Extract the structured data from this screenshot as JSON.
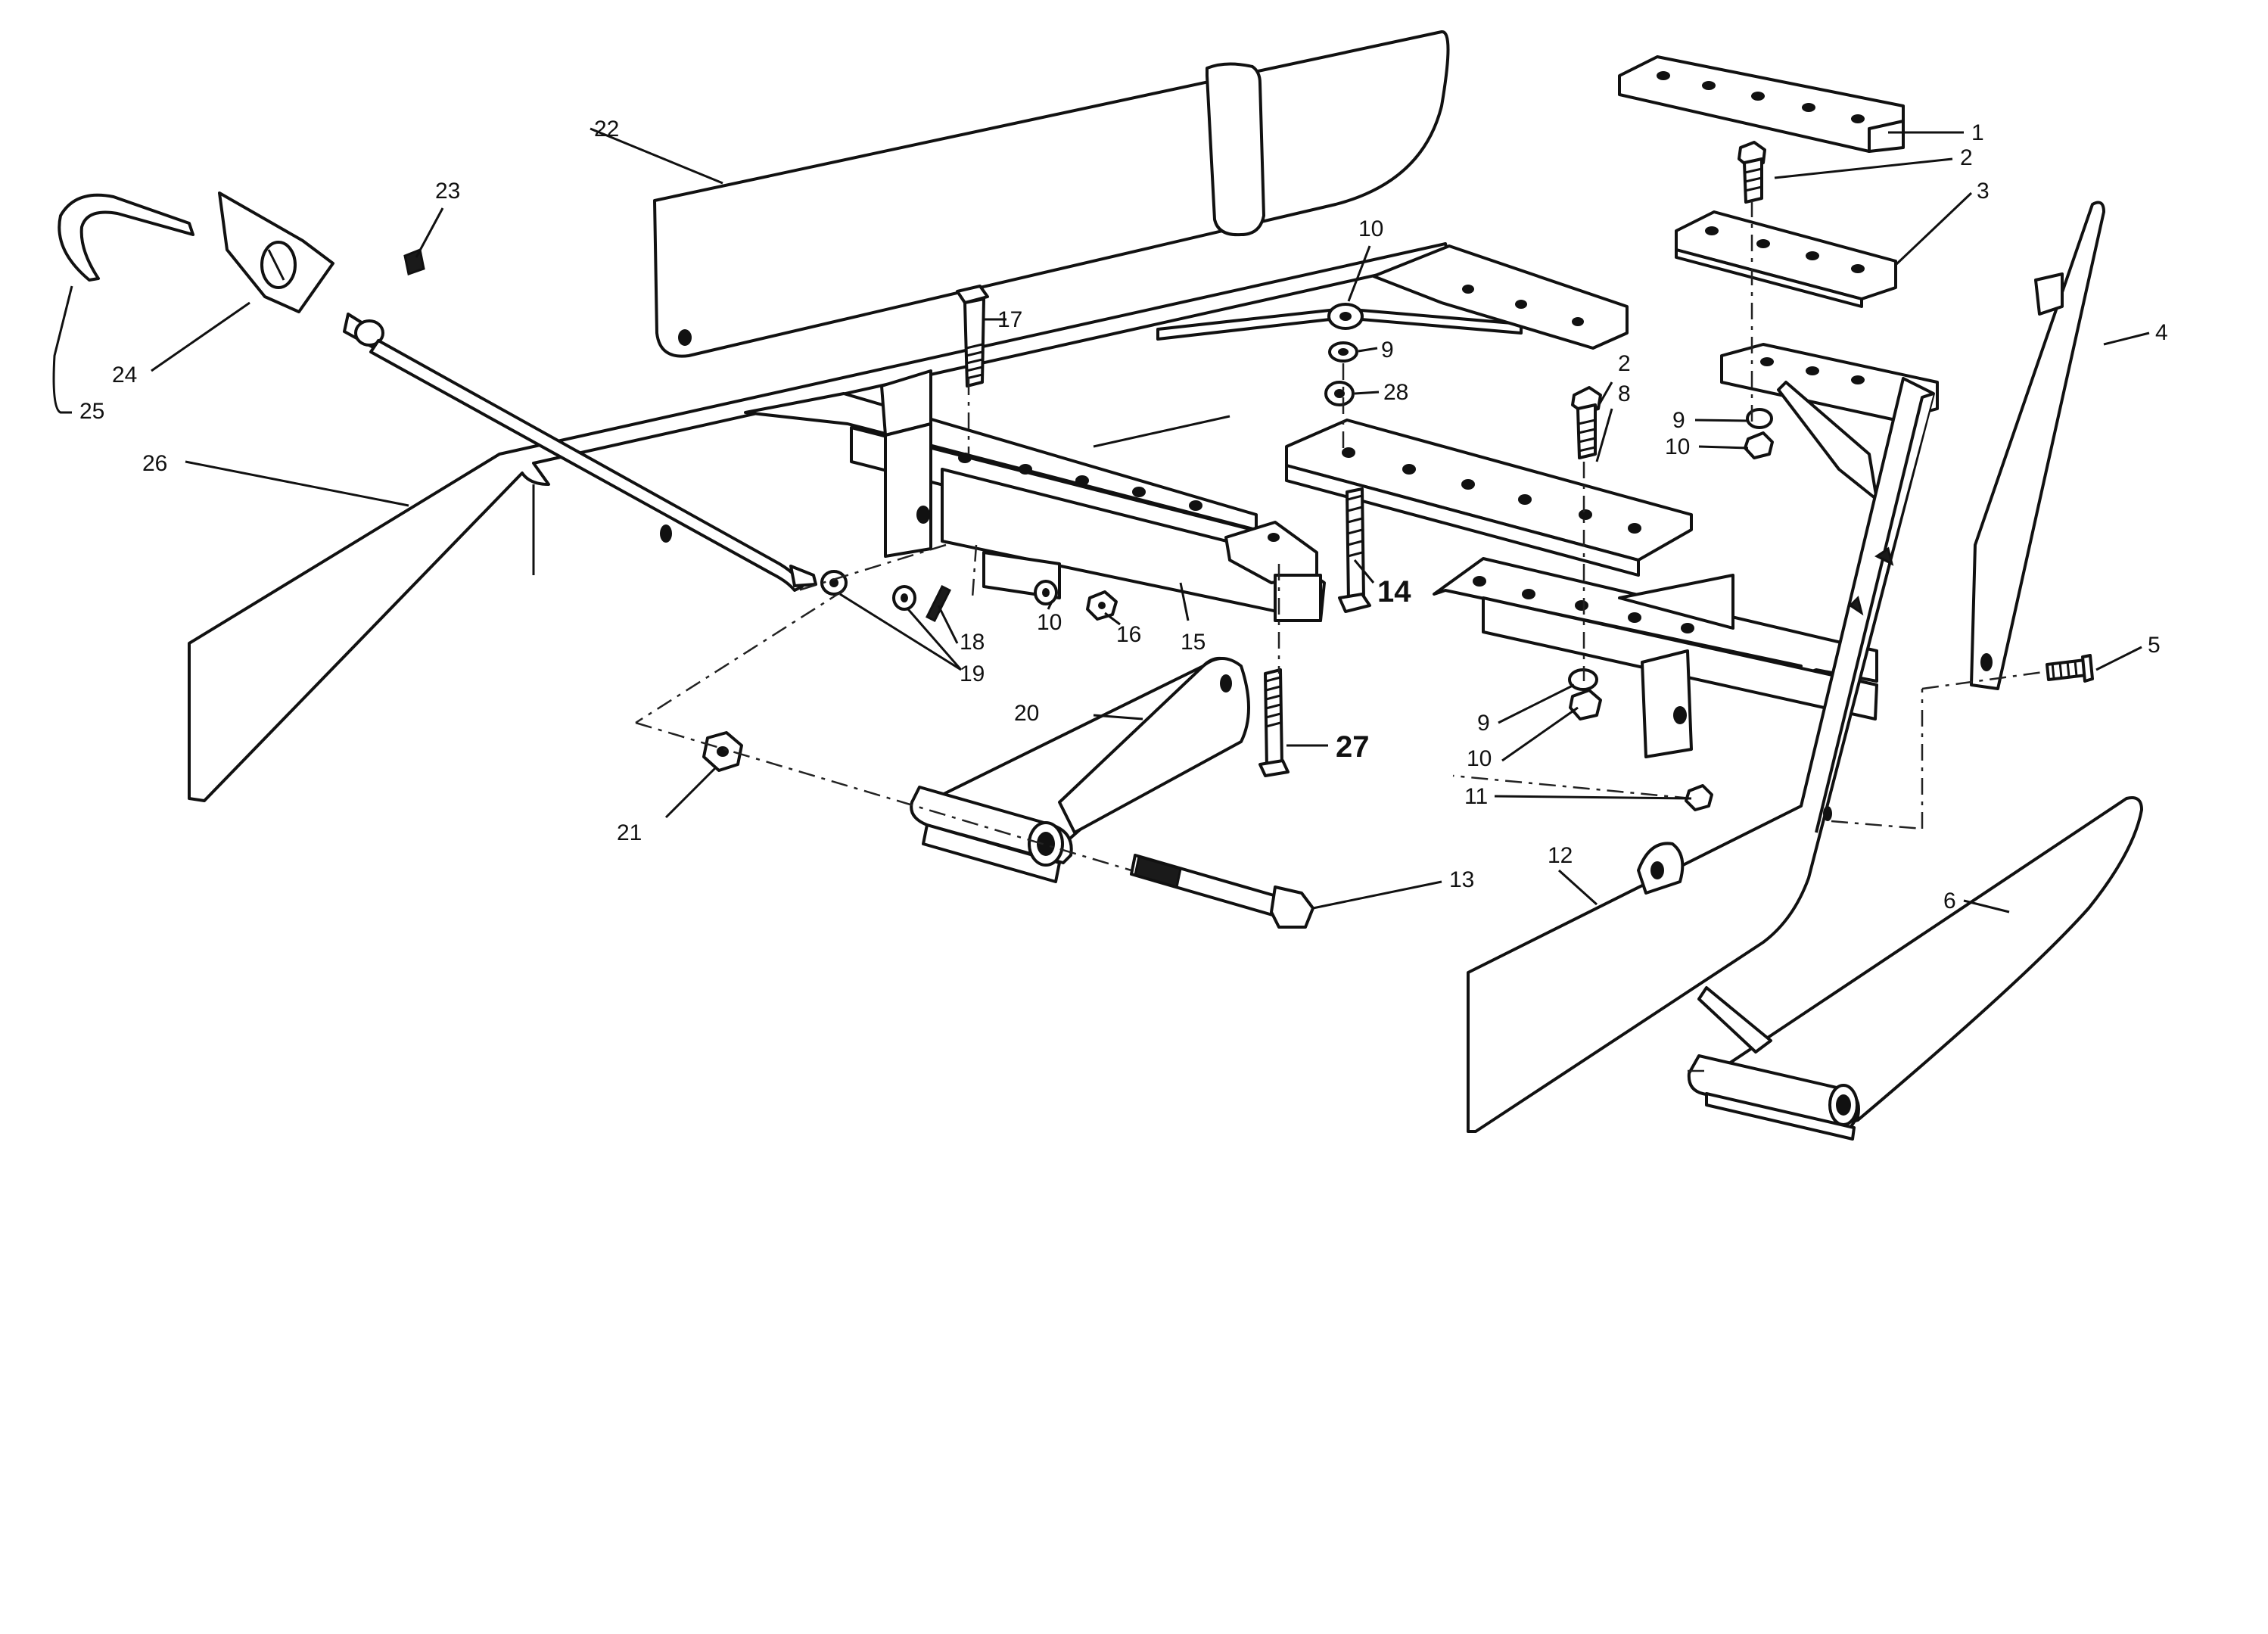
{
  "callouts": {
    "c1": "1",
    "c2a": "2",
    "c2b": "2",
    "c3": "3",
    "c4": "4",
    "c5": "5",
    "c6": "6",
    "c8": "8",
    "c9a": "9",
    "c9b": "9",
    "c9c": "9",
    "c10a": "10",
    "c10b": "10",
    "c10c": "10",
    "c10d": "10",
    "c11": "11",
    "c12": "12",
    "c13": "13",
    "c14": "14",
    "c15": "15",
    "c16": "16",
    "c17": "17",
    "c18": "18",
    "c19": "19",
    "c20": "20",
    "c21": "21",
    "c22": "22",
    "c23": "23",
    "c24": "24",
    "c25": "25",
    "c26": "26",
    "c27": "27",
    "c28": "28"
  }
}
